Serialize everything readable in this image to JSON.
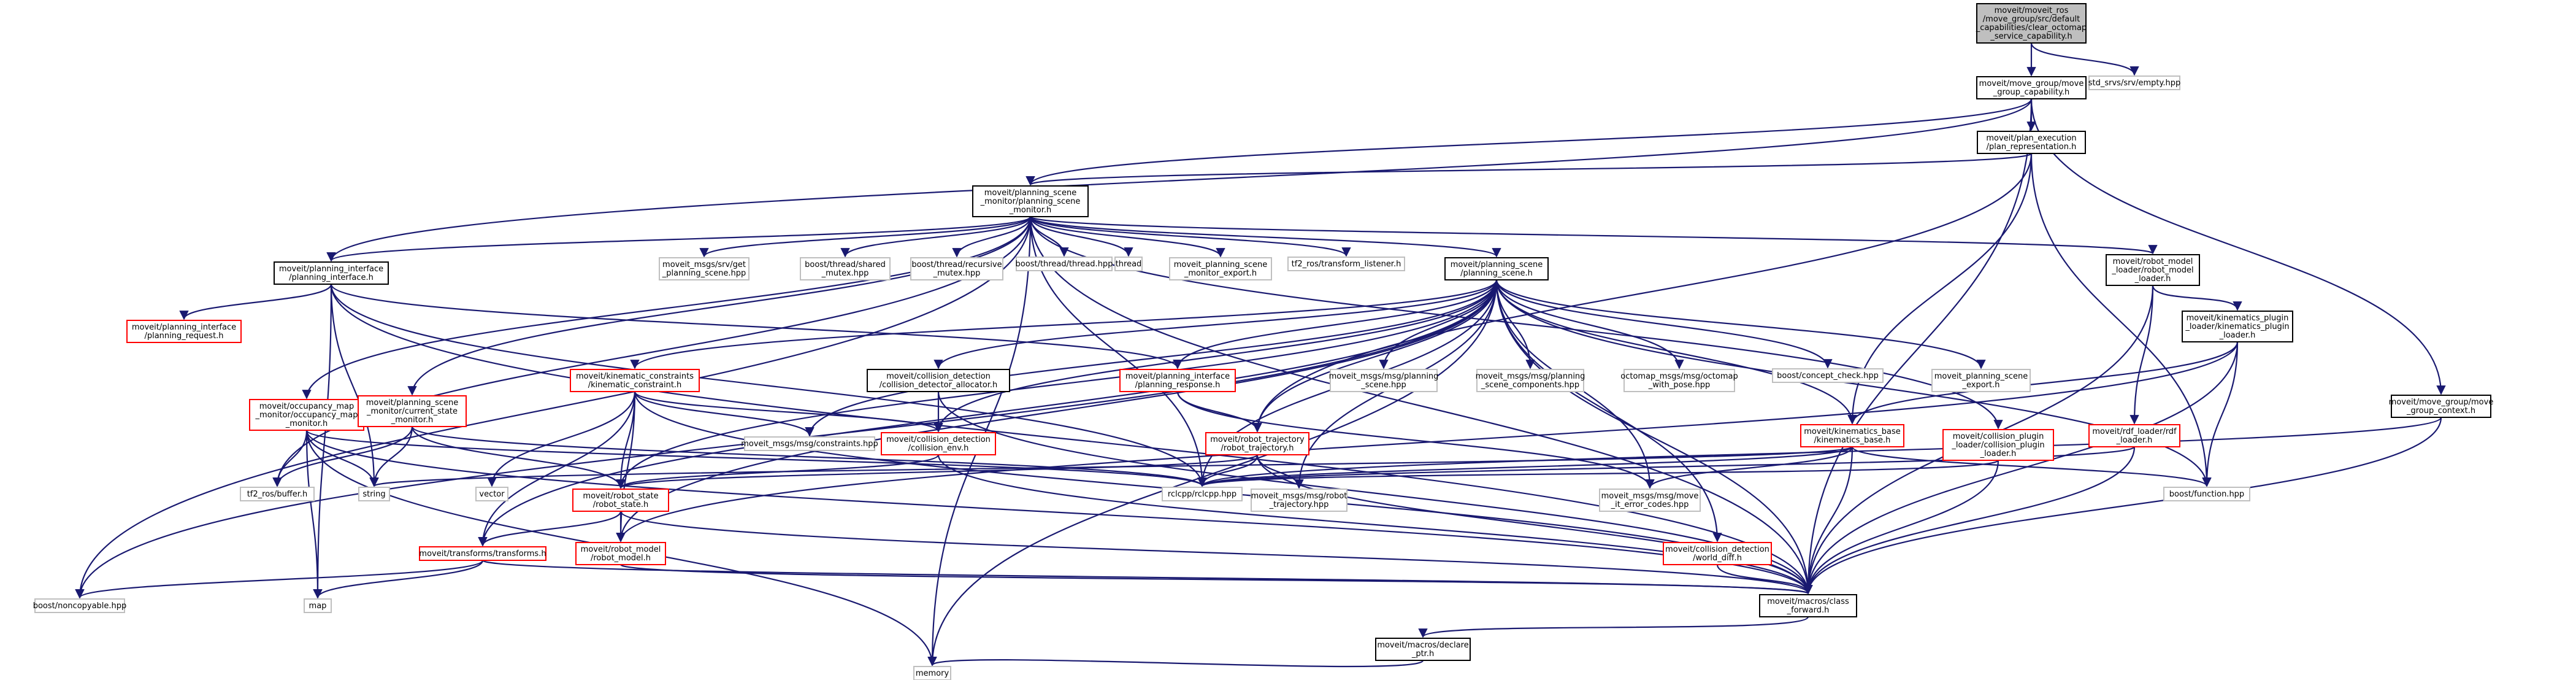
{
  "colors": {
    "edge": "#191970",
    "root_fill": "#bfbfbf",
    "documented_border": "#000000",
    "truncated_border": "#ff0000",
    "external_border": "#bfbfbf"
  },
  "nodes": {
    "root": [
      "moveit/moveit_ros",
      "/move_group/src/default",
      "_capabilities/clear_octomap",
      "_service_capability.h"
    ],
    "mg_capability": [
      "moveit/move_group/move",
      "_group_capability.h"
    ],
    "std_srvs": [
      "std_srvs/srv/empty.hpp"
    ],
    "plan_repr": [
      "moveit/plan_execution",
      "/plan_representation.h"
    ],
    "psm": [
      "moveit/planning_scene",
      "_monitor/planning_scene",
      "_monitor.h"
    ],
    "pi": [
      "moveit/planning_interface",
      "/planning_interface.h"
    ],
    "get_ps_srv": [
      "moveit_msgs/srv/get",
      "_planning_scene.hpp"
    ],
    "shared_mutex": [
      "boost/thread/shared",
      "_mutex.hpp"
    ],
    "recursive_mutex": [
      "boost/thread/recursive",
      "_mutex.hpp"
    ],
    "thread_hpp": [
      "boost/thread/thread.hpp"
    ],
    "thread": [
      "thread"
    ],
    "psm_export": [
      "moveit_planning_scene",
      "_monitor_export.h"
    ],
    "tf2_listener": [
      "tf2_ros/transform_listener.h"
    ],
    "rml": [
      "moveit/robot_model",
      "_loader/robot_model",
      "_loader.h"
    ],
    "pi_request": [
      "moveit/planning_interface",
      "/planning_request.h"
    ],
    "occ_map": [
      "moveit/occupancy_map",
      "_monitor/occupancy_map",
      "_monitor.h"
    ],
    "csm": [
      "moveit/planning_scene",
      "_monitor/current_state",
      "_monitor.h"
    ],
    "ps": [
      "moveit/planning_scene",
      "/planning_scene.h"
    ],
    "kin_constraint": [
      "moveit/kinematic_constraints",
      "/kinematic_constraint.h"
    ],
    "cd_allocator": [
      "moveit/collision_detection",
      "/collision_detector_allocator.h"
    ],
    "pi_response": [
      "moveit/planning_interface",
      "/planning_response.h"
    ],
    "ps_msg": [
      "moveit_msgs/msg/planning",
      "_scene.hpp"
    ],
    "ps_components": [
      "moveit_msgs/msg/planning",
      "_scene_components.hpp"
    ],
    "octomap_pose": [
      "octomap_msgs/msg/octomap",
      "_with_pose.hpp"
    ],
    "concept_check": [
      "boost/concept_check.hpp"
    ],
    "ps_export": [
      "moveit_planning_scene",
      "_export.h"
    ],
    "kpl": [
      "moveit/kinematics_plugin",
      "_loader/kinematics_plugin",
      "_loader.h"
    ],
    "mg_context": [
      "moveit/move_group/move",
      "_group_context.h"
    ],
    "cpl": [
      "moveit/collision_plugin",
      "_loader/collision_plugin",
      "_loader.h"
    ],
    "rdf_loader": [
      "moveit/rdf_loader/rdf",
      "_loader.h"
    ],
    "kin_base": [
      "moveit/kinematics_base",
      "/kinematics_base.h"
    ],
    "constraints_msg": [
      "moveit_msgs/msg/constraints.hpp"
    ],
    "collision_env": [
      "moveit/collision_detection",
      "/collision_env.h"
    ],
    "robot_traj": [
      "moveit/robot_trajectory",
      "/robot_trajectory.h"
    ],
    "tf2_buffer": [
      "tf2_ros/buffer.h"
    ],
    "string": [
      "string"
    ],
    "vector": [
      "vector"
    ],
    "robot_state": [
      "moveit/robot_state",
      "/robot_state.h"
    ],
    "rclcpp": [
      "rclcpp/rclcpp.hpp"
    ],
    "robot_traj_msg": [
      "moveit_msgs/msg/robot",
      "_trajectory.hpp"
    ],
    "error_codes": [
      "moveit_msgs/msg/move",
      "_it_error_codes.hpp"
    ],
    "function_hpp": [
      "boost/function.hpp"
    ],
    "transforms": [
      "moveit/transforms/transforms.h"
    ],
    "robot_model": [
      "moveit/robot_model",
      "/robot_model.h"
    ],
    "world_diff": [
      "moveit/collision_detection",
      "/world_diff.h"
    ],
    "noncopyable": [
      "boost/noncopyable.hpp"
    ],
    "map": [
      "map"
    ],
    "class_forward": [
      "moveit/macros/class",
      "_forward.h"
    ],
    "declare_ptr": [
      "moveit/macros/declare",
      "_ptr.h"
    ],
    "memory": [
      "memory"
    ]
  }
}
